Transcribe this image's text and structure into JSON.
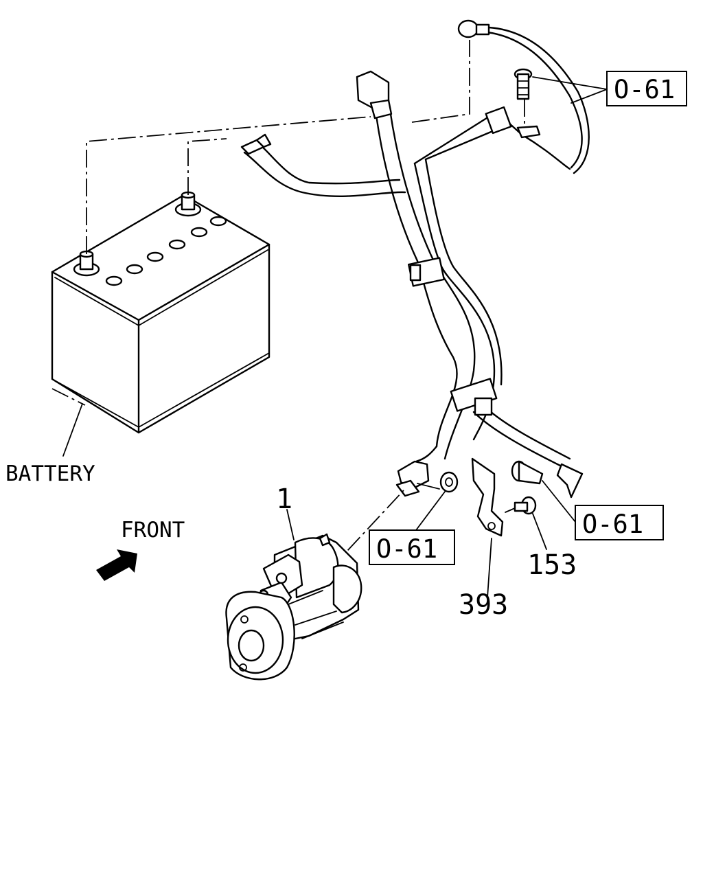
{
  "labels": {
    "battery": "BATTERY",
    "front": "FRONT",
    "part_1": "1",
    "part_153": "153",
    "part_393": "393"
  },
  "refs": {
    "top_right": "O-61",
    "middle_right": "O-61",
    "middle_center": "O-61"
  },
  "icons": {
    "front_arrow": "front-arrow-icon"
  }
}
